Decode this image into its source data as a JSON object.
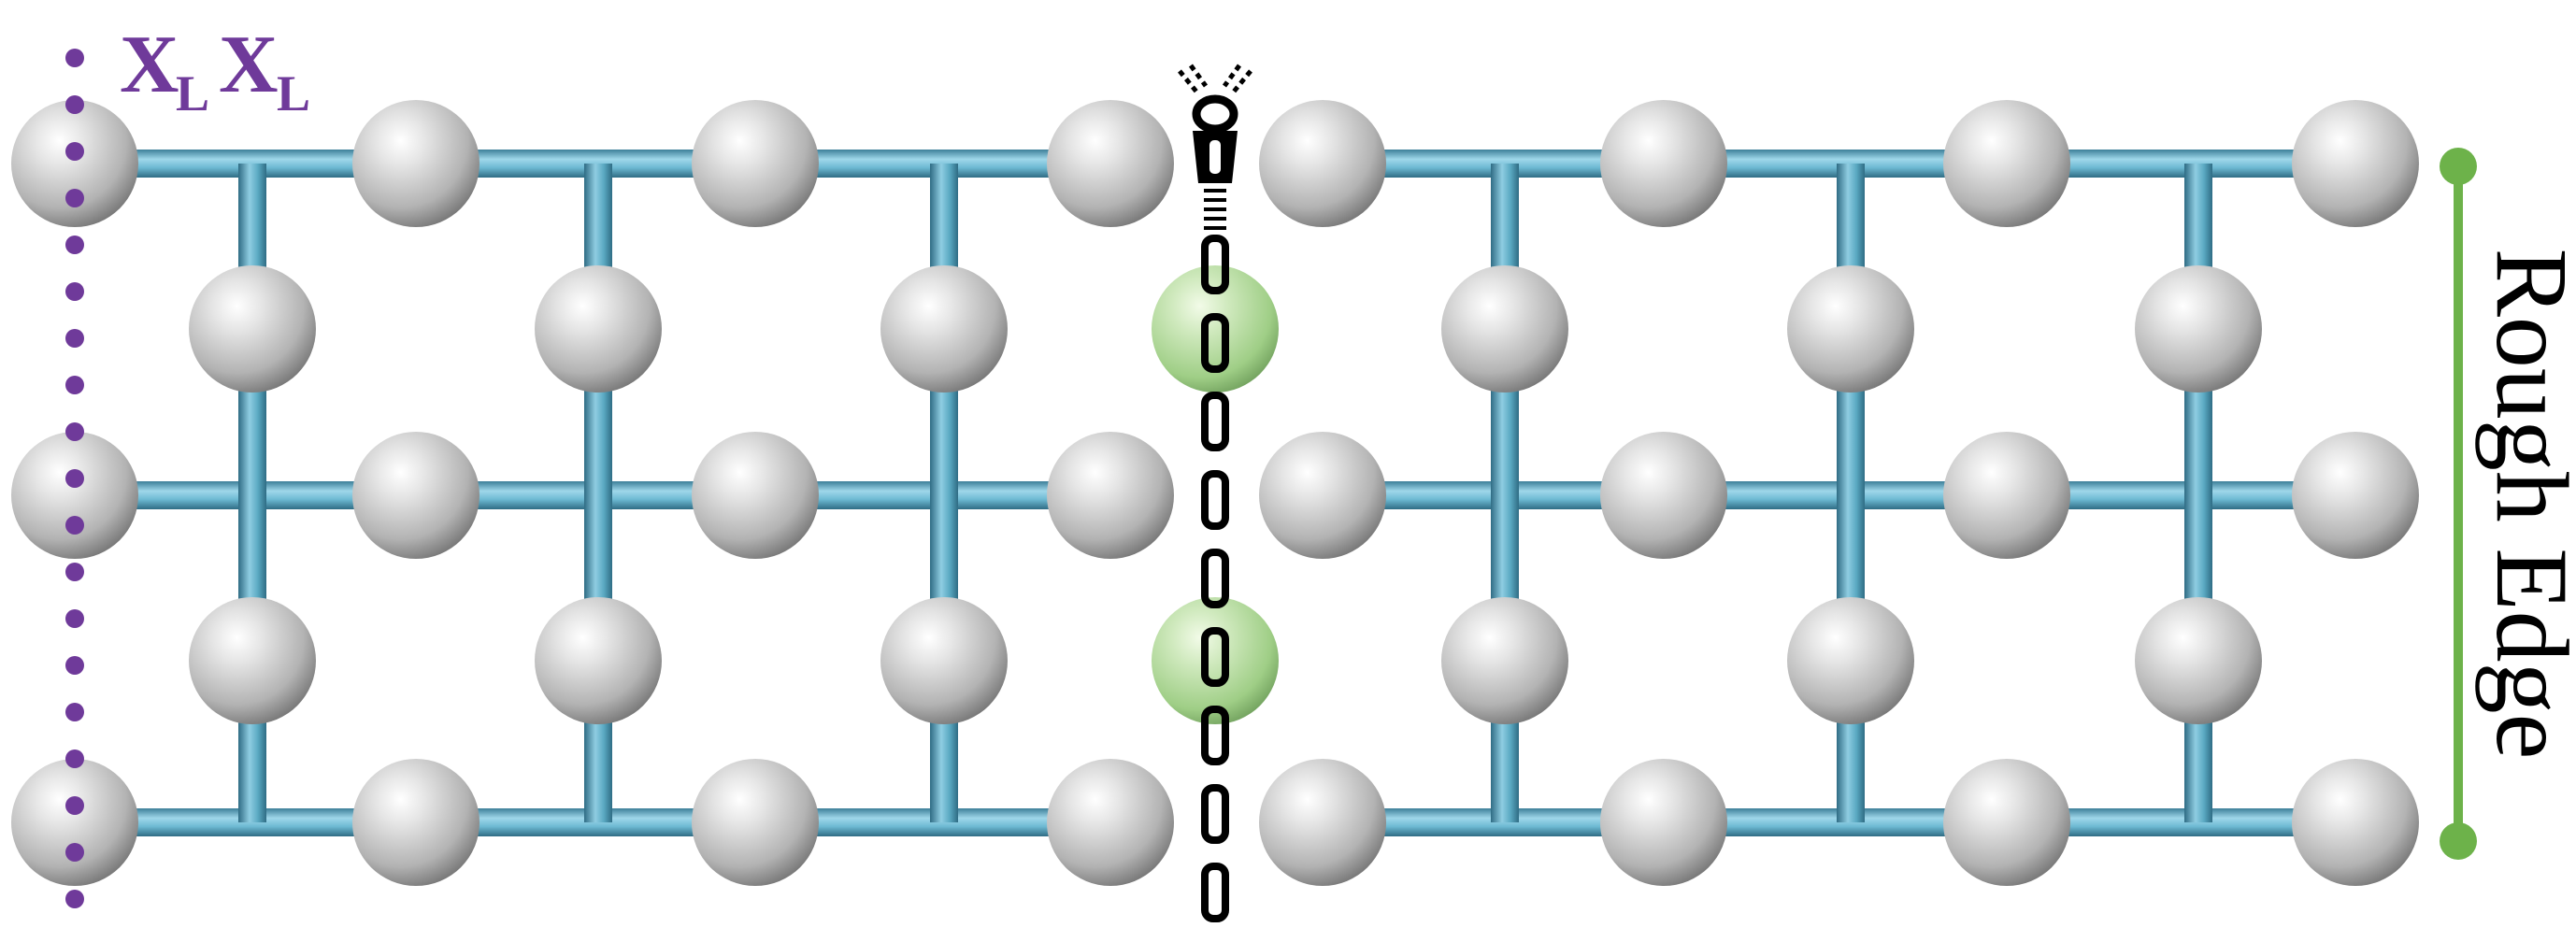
{
  "labels": {
    "x_letter": "X",
    "x_subscript": "L",
    "rough_edge": "Rough Edge"
  },
  "lattice": {
    "left_block": {
      "columns": 4,
      "rows": 3
    },
    "right_block": {
      "columns": 4,
      "rows": 3
    },
    "seam_atoms": 2
  },
  "colors": {
    "bond": "#5aa9c2",
    "atom": "#c8c8c8",
    "seam_atom": "#b6dca0",
    "xl_marker": "#6f3a9a",
    "rough_edge_marker": "#6db24a",
    "zipper": "#000000"
  },
  "icons": [
    "zipper-pull-icon",
    "dotted-line-marker",
    "edge-bracket-marker"
  ]
}
